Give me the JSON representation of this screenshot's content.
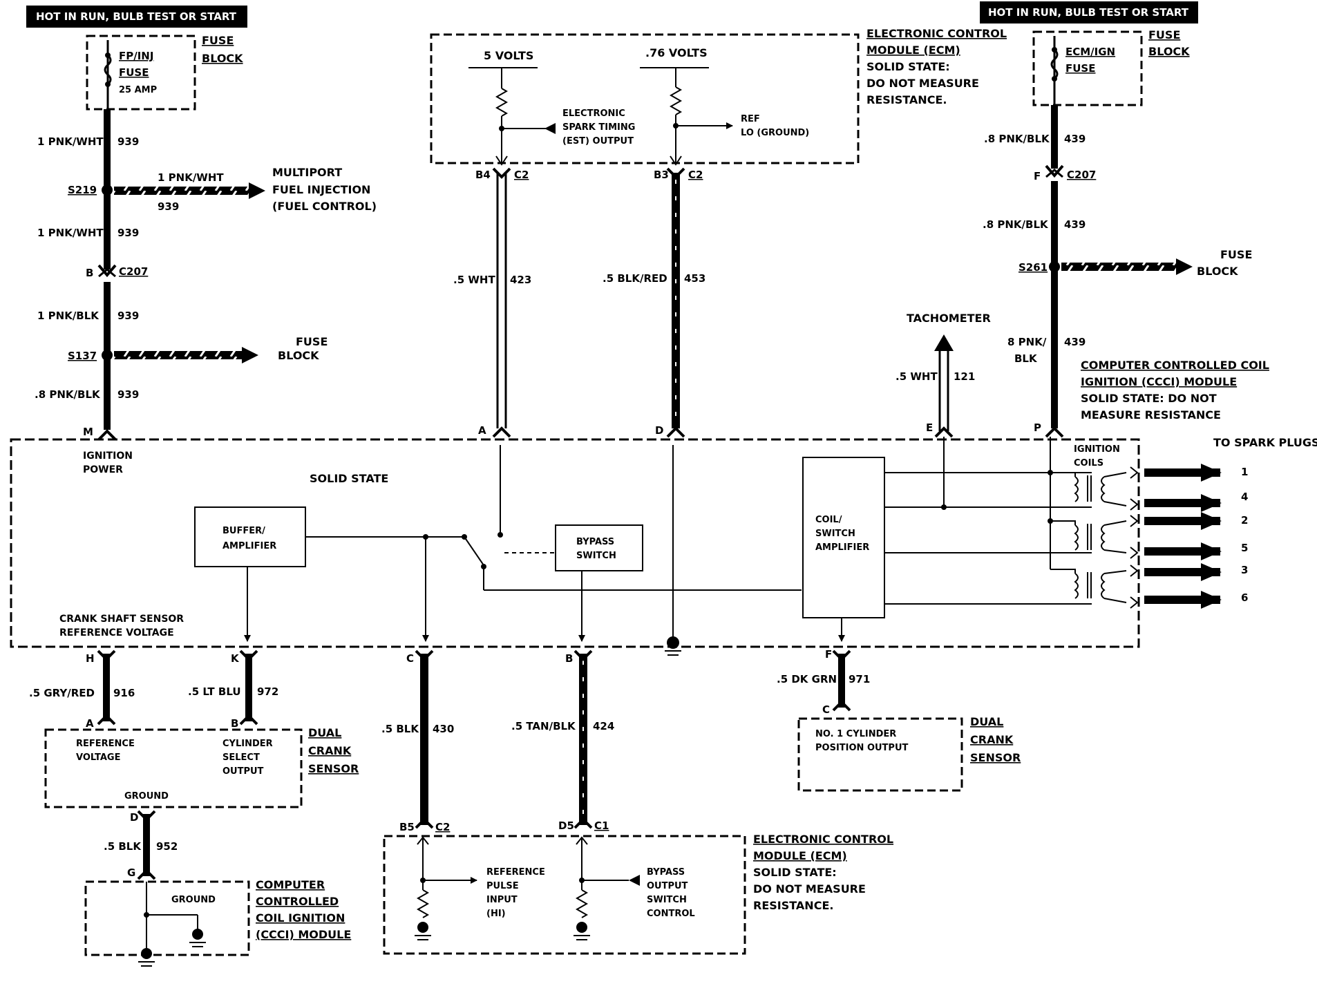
{
  "headers": {
    "left": "HOT IN RUN, BULB TEST OR START",
    "right": "HOT IN RUN, BULB TEST OR START"
  },
  "fuse_block_left": {
    "fuse_line1": "FP/INJ",
    "fuse_line2": "FUSE",
    "fuse_rating": "25 AMP",
    "label1": "FUSE",
    "label2": "BLOCK"
  },
  "fuse_block_right": {
    "fuse_line1": "ECM/IGN",
    "fuse_line2": "FUSE",
    "label1": "FUSE",
    "label2": "BLOCK"
  },
  "ecm_top": {
    "volts1": "5 VOLTS",
    "volts2": ".76 VOLTS",
    "est1": "ELECTRONIC",
    "est2": "SPARK TIMING",
    "est3": "(EST) OUTPUT",
    "ref1": "REF",
    "ref2": "LO (GROUND)",
    "title1": "ELECTRONIC CONTROL",
    "title2": "MODULE (ECM)",
    "note1": "SOLID STATE:",
    "note2": "DO NOT MEASURE",
    "note3": "RESISTANCE."
  },
  "left_circuit": {
    "w1_color": "1 PNK/WHT",
    "w1_num": "939",
    "splice1": "S219",
    "branch_color": "1 PNK/WHT",
    "branch_num": "939",
    "mpfi1": "MULTIPORT",
    "mpfi2": "FUEL INJECTION",
    "mpfi3": "(FUEL CONTROL)",
    "w2_color": "1 PNK/WHT",
    "w2_num": "939",
    "conn_b": "B",
    "conn_c207": "C207",
    "w3_color": "1 PNK/BLK",
    "w3_num": "939",
    "splice2": "S137",
    "fuse1": "FUSE",
    "fuse2": "BLOCK",
    "w4_color": ".8 PNK/BLK",
    "w4_num": "939",
    "pin_m": "M"
  },
  "mid_circuit": {
    "b4": "B4",
    "c2a": "C2",
    "b3": "B3",
    "c2b": "C2",
    "wA_color": ".5 WHT",
    "wA_num": "423",
    "wD_color": ".5 BLK/RED",
    "wD_num": "453",
    "pin_a": "A",
    "pin_d": "D"
  },
  "right_circuit": {
    "w1_color": ".8 PNK/BLK",
    "w1_num": "439",
    "conn_f": "F",
    "conn_c207": "C207",
    "w2_color": ".8 PNK/BLK",
    "w2_num": "439",
    "splice": "S261",
    "fuse1": "FUSE",
    "fuse2": "BLOCK",
    "w3_color1": "8 PNK/",
    "w3_color2": "BLK",
    "w3_num": "439",
    "pin_p": "P",
    "tach": "TACHOMETER",
    "tach_color": ".5 WHT",
    "tach_num": "121",
    "pin_e": "E"
  },
  "ccci_note": {
    "line1": "COMPUTER CONTROLLED COIL",
    "line2": "IGNITION (CCCI) MODULE",
    "line3": "SOLID STATE:  DO NOT",
    "line4": "MEASURE RESISTANCE"
  },
  "module": {
    "ign_power1": "IGNITION",
    "ign_power2": "POWER",
    "solid_state": "SOLID STATE",
    "buffer1": "BUFFER/",
    "buffer2": "AMPLIFIER",
    "bypass1": "BYPASS",
    "bypass2": "SWITCH",
    "coil1": "COIL/",
    "coil2": "SWITCH",
    "coil3": "AMPLIFIER",
    "ign_coils1": "IGNITION",
    "ign_coils2": "COILS",
    "crank1": "CRANK SHAFT SENSOR",
    "crank2": "REFERENCE VOLTAGE",
    "to_spark": "TO SPARK PLUGS",
    "plugs": [
      "1",
      "4",
      "2",
      "5",
      "3",
      "6"
    ]
  },
  "bottom": {
    "pin_h": "H",
    "pin_k": "K",
    "wH_color": ".5 GRY/RED",
    "wH_num": "916",
    "wK_color": ".5 LT BLU",
    "wK_num": "972",
    "pin_a": "A",
    "pin_b": "B",
    "sensor_ref1": "REFERENCE",
    "sensor_ref2": "VOLTAGE",
    "sensor_cyl1": "CYLINDER",
    "sensor_cyl2": "SELECT",
    "sensor_cyl3": "OUTPUT",
    "sensor_gnd": "GROUND",
    "dual1": "DUAL",
    "dual2": "CRANK",
    "dual3": "SENSOR",
    "pin_d": "D",
    "wG_color": ".5 BLK",
    "wG_num": "952",
    "pin_g": "G",
    "ground_box_label": "GROUND",
    "cc1": "COMPUTER",
    "cc2": "CONTROLLED",
    "cc3": "COIL IGNITION",
    "cc4": "(CCCI) MODULE",
    "pin_c": "C",
    "wC_color": ".5 BLK",
    "wC_num": "430",
    "pin_b2": "B",
    "wB_color": ".5 TAN/BLK",
    "wB_num": "424",
    "b5": "B5",
    "c2": "C2",
    "d5": "D5",
    "c1": "C1",
    "ref_pulse1": "REFERENCE",
    "ref_pulse2": "PULSE",
    "ref_pulse3": "INPUT",
    "ref_pulse4": "(HI)",
    "bypass_out1": "BYPASS",
    "bypass_out2": "OUTPUT",
    "bypass_out3": "SWITCH",
    "bypass_out4": "CONTROL",
    "ecm1": "ELECTRONIC CONTROL",
    "ecm2": "MODULE (ECM)",
    "ecm3": "SOLID STATE:",
    "ecm4": "DO NOT MEASURE",
    "ecm5": "RESISTANCE.",
    "pin_f": "F",
    "wF_color": ".5 DK GRN",
    "wF_num": "971",
    "pin_c2": "C",
    "cyl1": "NO. 1 CYLINDER",
    "cyl2": "POSITION OUTPUT",
    "dual_r1": "DUAL",
    "dual_r2": "CRANK",
    "dual_r3": "SENSOR"
  }
}
